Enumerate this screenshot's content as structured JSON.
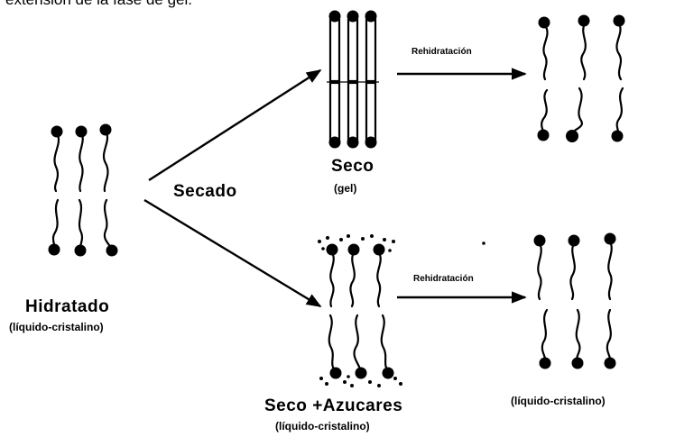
{
  "top_fragment": "extensión de la fase de gel.",
  "labels": {
    "hidratado": "Hidratado",
    "hidratado_sub": "(líquido-cristalino)",
    "secado": "Secado",
    "seco": "Seco",
    "seco_sub": "(gel)",
    "seco_azucares": "Seco +Azucares",
    "seco_azucares_sub": "(líquido-cristalino)",
    "rehidratacion_top": "Rehidratación",
    "rehidratacion_bottom": "Rehidratación",
    "final_bottom_sub": "(líquido-cristalino)"
  },
  "colors": {
    "ink": "#000000",
    "background": "#ffffff"
  }
}
